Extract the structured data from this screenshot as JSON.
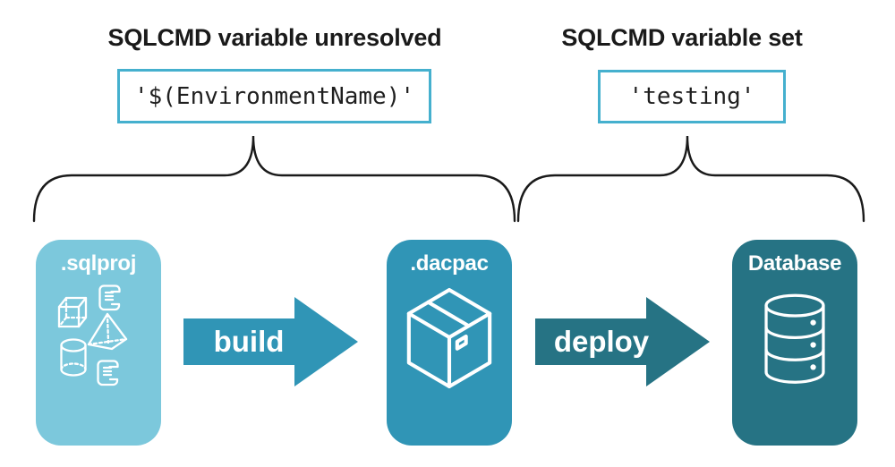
{
  "colors": {
    "background": "#ffffff",
    "sqlproj_box": "#7cc8dc",
    "dacpac_box": "#3095b6",
    "database_box": "#267384",
    "build_arrow": "#3095b6",
    "deploy_arrow": "#267384",
    "code_box_border": "#45b0ce",
    "heading_text": "#1a1a1a",
    "code_text": "#1f1f1f",
    "brace": "#1a1a1a",
    "box_label_text": "#ffffff"
  },
  "annotations": {
    "left": {
      "heading": "SQLCMD variable unresolved",
      "code_value": "'$(EnvironmentName)'"
    },
    "right": {
      "heading": "SQLCMD variable set",
      "code_value": "'testing'"
    }
  },
  "pipeline": {
    "stages": [
      {
        "label": ".sqlproj",
        "icon": "sql-project-objects-icon"
      },
      {
        "label": ".dacpac",
        "icon": "package-box-icon"
      },
      {
        "label": "Database",
        "icon": "database-cylinder-icon"
      }
    ],
    "arrows": [
      {
        "label": "build"
      },
      {
        "label": "deploy"
      }
    ]
  }
}
